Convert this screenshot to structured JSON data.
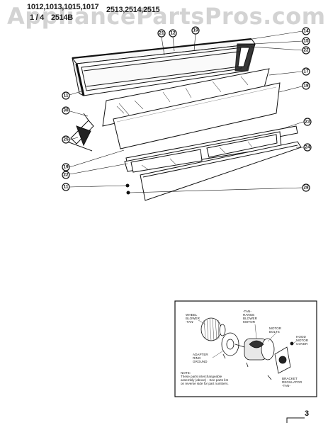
{
  "header": {
    "models_line1": "1012,1013,1015,1017",
    "models_line1_right": "2513,2514,2515",
    "models_line2_left": "1 / 4",
    "models_line2_right": "2514B"
  },
  "watermark": "AppliancePartsPros.com",
  "callouts": [
    {
      "id": "c21",
      "label": "21"
    },
    {
      "id": "c12",
      "label": "12"
    },
    {
      "id": "c19top",
      "label": "19"
    },
    {
      "id": "c14",
      "label": "14"
    },
    {
      "id": "c15",
      "label": "15"
    },
    {
      "id": "c22",
      "label": "22"
    },
    {
      "id": "c11left",
      "label": "11"
    },
    {
      "id": "c17",
      "label": "17"
    },
    {
      "id": "c18",
      "label": "18"
    },
    {
      "id": "c30",
      "label": "30"
    },
    {
      "id": "c25",
      "label": "25"
    },
    {
      "id": "c23",
      "label": "23"
    },
    {
      "id": "c24",
      "label": "24"
    },
    {
      "id": "c19bot",
      "label": "19"
    },
    {
      "id": "c22bot",
      "label": "22"
    },
    {
      "id": "c11bot",
      "label": "11"
    },
    {
      "id": "c28",
      "label": "28"
    }
  ],
  "inset": {
    "labels": {
      "wheel": [
        "WHEEL",
        "BLOWER",
        "-TAN-"
      ],
      "motor_blower": [
        "-TAN-",
        "RANGE",
        "BLOWER",
        "MOTOR"
      ],
      "motor_bolts": [
        "MOTOR",
        "BOLTS"
      ],
      "ring": [
        "ADAPTER",
        "RING",
        "GROUND"
      ],
      "hood": [
        "HOOD",
        "MOTOR",
        "COVER"
      ],
      "bracket": [
        "BRACKET",
        "REGULATOR",
        "-TAN-"
      ],
      "note": [
        "NOTE:",
        "These parts interchangeable",
        "assembly (above) - See parts list",
        "on reverse side for part numbers."
      ]
    }
  },
  "page_number": "3"
}
